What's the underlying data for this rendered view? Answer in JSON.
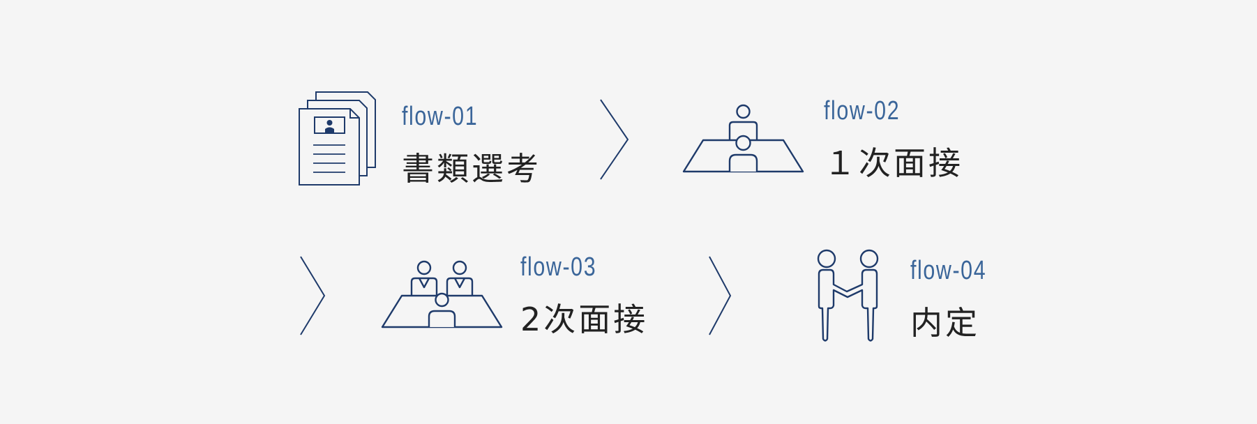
{
  "colors": {
    "background": "#f5f5f5",
    "accent": "#3a6599",
    "icon_stroke": "#1e3a6a",
    "title_text": "#222222"
  },
  "steps": [
    {
      "label": "flow-01",
      "title": "書類選考",
      "icon": "documents-icon"
    },
    {
      "label": "flow-02",
      "title": "１次面接",
      "icon": "one-on-one-interview-icon"
    },
    {
      "label": "flow-03",
      "title": "2次面接",
      "icon": "panel-interview-icon"
    },
    {
      "label": "flow-04",
      "title": "内定",
      "icon": "handshake-icon"
    }
  ],
  "connector_icon": "chevron-right-icon"
}
